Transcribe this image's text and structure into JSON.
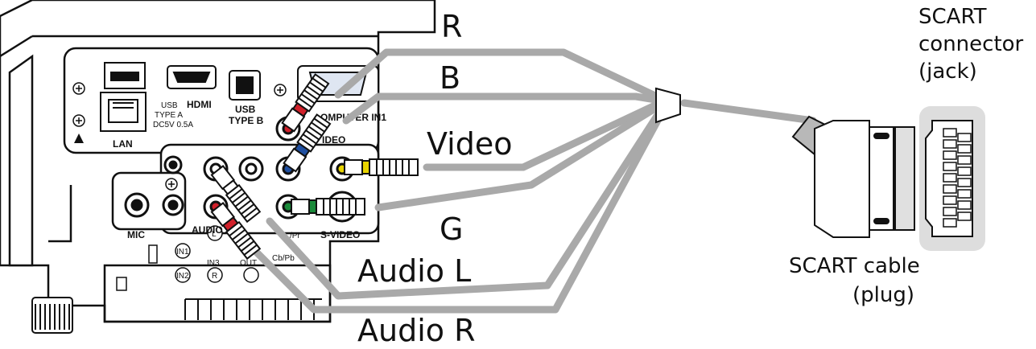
{
  "cable_labels": {
    "r": "R",
    "b": "B",
    "video": "Video",
    "g": "G",
    "audio_l": "Audio L",
    "audio_r": "Audio R"
  },
  "connector_labels": {
    "jack_line1": "SCART",
    "jack_line2": "connector",
    "jack_line3": "(jack)",
    "plug_line1": "SCART cable",
    "plug_line2": "(plug)"
  },
  "port_labels": {
    "lan": "LAN",
    "hdmi": "HDMI",
    "usb_b_1": "USB",
    "usb_b_2": "TYPE B",
    "usb_a_1": "USB",
    "usb_a_2": "TYPE A",
    "usb_a_3": "DC5V 0.5A",
    "computer": "OMPUTER IN1",
    "video": "IDEO",
    "s_video": "S-VIDEO",
    "mic": "MIC",
    "audio": "AUDIO",
    "in1": "IN1",
    "in2": "IN2",
    "in3": "IN3",
    "l": "L",
    "r": "R",
    "out": "OUT",
    "cb": "Cb/Pb",
    "cr": "/Pr"
  },
  "colors": {
    "cable": "#a9a9a9",
    "red_band": "#d0202a",
    "blue_band": "#1f4fa0",
    "green_band": "#1a8a3a",
    "yellow_band": "#e8d400",
    "jack_panel": "#dddddd"
  }
}
